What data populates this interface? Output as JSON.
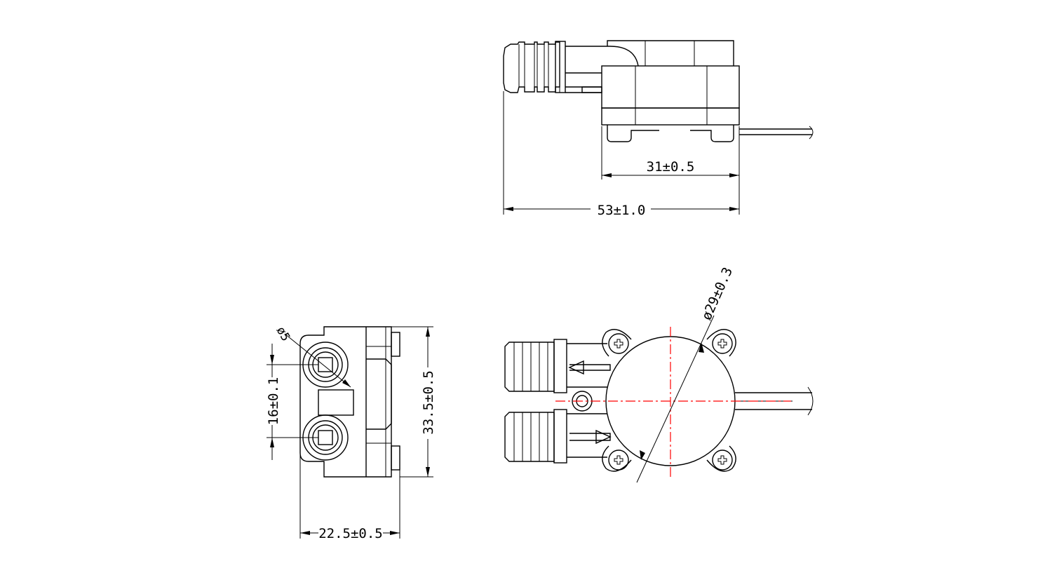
{
  "dimensions": {
    "top_inner_width": "31±0.5",
    "top_overall_length": "53±1.0",
    "side_port_spacing": "16±0.1",
    "side_height": "33.5±0.5",
    "side_width": "22.5±0.5",
    "port_diameter": "ø5",
    "body_diameter": "ø29±0.3"
  },
  "colors": {
    "line": "#000000",
    "centerline": "#ff0000",
    "background": "#ffffff"
  }
}
